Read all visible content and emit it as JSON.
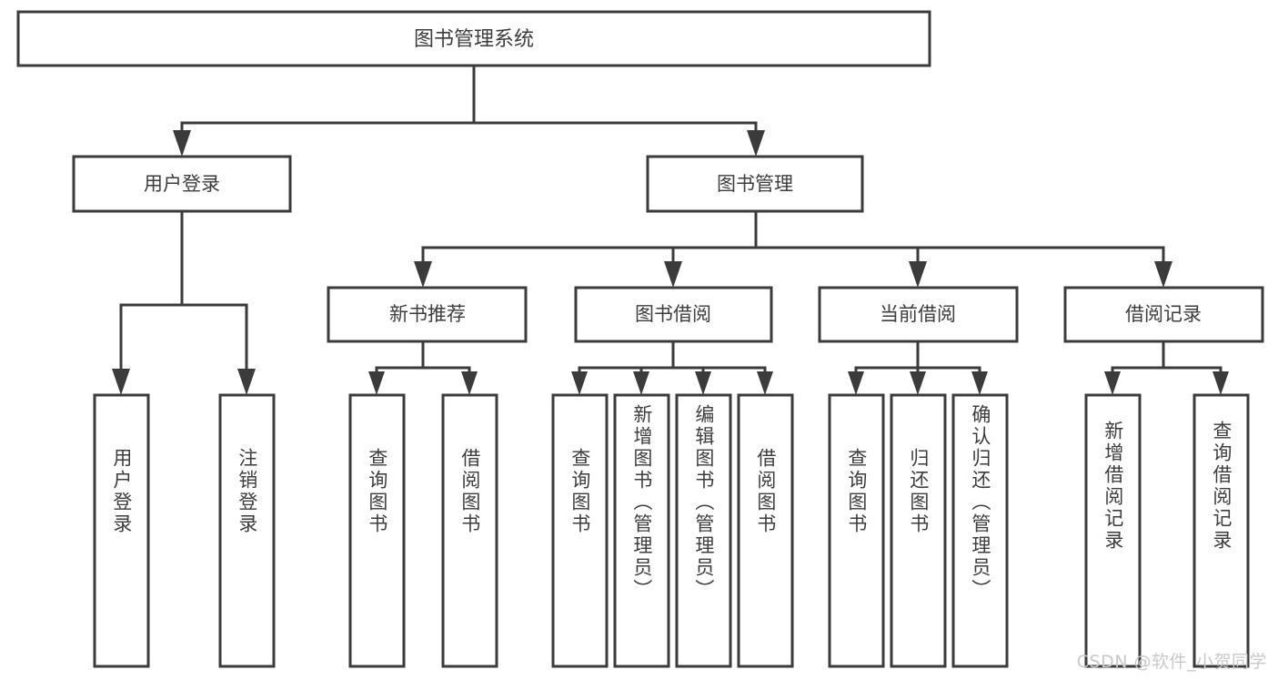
{
  "diagram": {
    "type": "tree-hierarchy",
    "title": "图书管理系统",
    "orientation": "top-down",
    "colors": {
      "stroke": "#3b3b3b",
      "box_fill": "#ffffff",
      "text": "#3d3d3d",
      "background": "#ffffff",
      "watermark": "#c9c9c9"
    },
    "root": {
      "label": "图书管理系统"
    },
    "level2": [
      {
        "label": "用户登录"
      },
      {
        "label": "图书管理"
      }
    ],
    "level3": [
      {
        "label": "新书推荐"
      },
      {
        "label": "图书借阅"
      },
      {
        "label": "当前借阅"
      },
      {
        "label": "借阅记录"
      }
    ],
    "leaves": [
      {
        "label": "用户登录",
        "parent": "用户登录"
      },
      {
        "label": "注销登录",
        "parent": "用户登录"
      },
      {
        "label": "查询图书",
        "parent": "新书推荐"
      },
      {
        "label": "借阅图书",
        "parent": "新书推荐"
      },
      {
        "label": "查询图书",
        "parent": "图书借阅"
      },
      {
        "label": "新增图书（管理员）",
        "parent": "图书借阅"
      },
      {
        "label": "编辑图书（管理员）",
        "parent": "图书借阅"
      },
      {
        "label": "借阅图书",
        "parent": "图书借阅"
      },
      {
        "label": "查询图书",
        "parent": "当前借阅"
      },
      {
        "label": "归还图书",
        "parent": "当前借阅"
      },
      {
        "label": "确认归还（管理员）",
        "parent": "当前借阅"
      },
      {
        "label": "新增借阅记录",
        "parent": "借阅记录"
      },
      {
        "label": "查询借阅记录",
        "parent": "借阅记录"
      }
    ]
  },
  "watermark": {
    "text": "CSDN @软件_小贺同学"
  }
}
